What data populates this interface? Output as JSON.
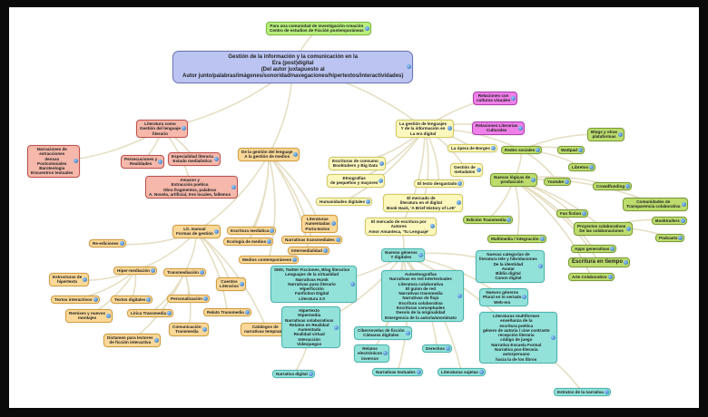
{
  "colors": {
    "root": [
      "#bcc5f2",
      "#6a74b8"
    ],
    "top": [
      "#b8ee7c",
      "#7cb83a"
    ],
    "red": [
      "#f5b8aa",
      "#c0504d"
    ],
    "orange": [
      "#fbd898",
      "#d39d3c"
    ],
    "yellow": [
      "#fcf7bc",
      "#d4cc5c"
    ],
    "pink": [
      "#ee80e8",
      "#b040b0"
    ],
    "green": [
      "#bcdc6e",
      "#7a9c30"
    ],
    "teal": [
      "#92e2da",
      "#48b6ae"
    ],
    "edge": "#e6dfc4"
  },
  "node_icon": "globe-icon",
  "nodes": [
    {
      "id": "root",
      "style": "root",
      "text": "Gestión de la información y la comunicación en la\nEra (post)digital\n(Del autor juxtapuesto al\nAutor junto/palabras/imágenes/sonoridad/navegaciones/hipertextos/interactividades)"
    },
    {
      "id": "top",
      "style": "top",
      "parent": "root",
      "text": "Para una comunidad de investigación-creación\nCentro de estudios de Ficción postemporáneas"
    },
    {
      "id": "r1",
      "style": "red",
      "parent": "root",
      "text": "Literatura como\nGestión del lenguaje\nliterario"
    },
    {
      "id": "r2",
      "style": "red",
      "parent": "r1",
      "text": "Narraciones de\nextracciones\ndensas\nPostcoloniales\nBaroteología\nEncuentros textuales"
    },
    {
      "id": "r3",
      "style": "red",
      "parent": "r1",
      "text": "Persecuciones y\nRealidades"
    },
    {
      "id": "r4",
      "style": "red",
      "parent": "r1",
      "text": "Especialidad literaria\nEstado medialístico"
    },
    {
      "id": "r5",
      "style": "red",
      "parent": "r1",
      "text": "Amazon y\nExtracción poética\nObra fragmentos, palabras\nA. Novela, artificial, tres locales, fallemos"
    },
    {
      "id": "o1",
      "style": "orange",
      "parent": "root",
      "text": "De la gestión del lenguaje\nA la gestión de medios"
    },
    {
      "id": "o2",
      "style": "orange",
      "parent": "o1",
      "text": "Lit. manual\nFormas de gestión"
    },
    {
      "id": "o3",
      "style": "orange",
      "parent": "o2",
      "text": "Re-ediciones"
    },
    {
      "id": "o4",
      "style": "orange",
      "parent": "o2",
      "text": "Hiper-mediación"
    },
    {
      "id": "o5",
      "style": "orange",
      "parent": "o2",
      "text": "Transmediación"
    },
    {
      "id": "o6",
      "style": "orange",
      "parent": "o4",
      "text": "Estructuras de\nhipertexto"
    },
    {
      "id": "o7",
      "style": "orange",
      "parent": "o4",
      "text": "Textos interactivos"
    },
    {
      "id": "o8",
      "style": "orange",
      "parent": "o4",
      "text": "Textos digitales"
    },
    {
      "id": "o9",
      "style": "orange",
      "parent": "o5",
      "text": "Personalización"
    },
    {
      "id": "o10",
      "style": "orange",
      "parent": "o2",
      "text": "Cuentos\nLiterarios"
    },
    {
      "id": "o11",
      "style": "orange",
      "parent": "o4",
      "text": "Remixes y nuevos\nmontajes"
    },
    {
      "id": "o12",
      "style": "orange",
      "parent": "o5",
      "text": "Lírica Transmedia"
    },
    {
      "id": "o13",
      "style": "orange",
      "parent": "o5",
      "text": "Comunicación\nTransmedia"
    },
    {
      "id": "o14",
      "style": "orange",
      "parent": "o2",
      "text": "Relato Transmedia"
    },
    {
      "id": "o15",
      "style": "orange",
      "parent": "o2",
      "text": "Catálogos de\nnarrativas tempranas"
    },
    {
      "id": "o16",
      "style": "orange",
      "parent": "o5",
      "text": "Dictamen para lectores\nde ficción interactiva"
    },
    {
      "id": "o17",
      "style": "orange",
      "parent": "o1",
      "text": "Escritura mediática"
    },
    {
      "id": "o18",
      "style": "orange",
      "parent": "o1",
      "text": "Ecología de medios"
    },
    {
      "id": "o19",
      "style": "orange",
      "parent": "o1",
      "text": "Medios contemporáneos"
    },
    {
      "id": "o20",
      "style": "orange",
      "parent": "o1",
      "text": "Narrativas transmediales"
    },
    {
      "id": "o21",
      "style": "orange",
      "parent": "o1",
      "text": "Intermedialidad"
    },
    {
      "id": "o22",
      "style": "orange",
      "parent": "o1",
      "text": "Literaturas\nAumentadas\nPorta-textos"
    },
    {
      "id": "y1",
      "style": "yellow",
      "parent": "root",
      "text": "La gestión de lenguajes\nY de la información en\nLa era digital"
    },
    {
      "id": "y2",
      "style": "yellow",
      "parent": "y1",
      "text": "Escrituras de consumo\nBooktubers y Big Data"
    },
    {
      "id": "y3",
      "style": "yellow",
      "parent": "y1",
      "text": "Etnografías\nde pequeños y mayores"
    },
    {
      "id": "y4",
      "style": "yellow",
      "parent": "y1",
      "text": "Humanidades digitales"
    },
    {
      "id": "y5",
      "style": "yellow",
      "parent": "y1",
      "text": "La ópera de Borges"
    },
    {
      "id": "y6",
      "style": "yellow",
      "parent": "y1",
      "text": "Gestión de\nmetadatos"
    },
    {
      "id": "y7",
      "style": "yellow",
      "parent": "y1",
      "text": "El texto desgastado"
    },
    {
      "id": "y8",
      "style": "yellow",
      "parent": "y1",
      "text": "El mercado de\nliteratura en el digital\nBook Hack, 'A Brief History of Lett'"
    },
    {
      "id": "y9",
      "style": "yellow",
      "parent": "y1",
      "text": "El mercado de escritura por\nAutores\nAmor Amanteca, 'Tu Lenguaje'"
    },
    {
      "id": "p1",
      "style": "pink",
      "parent": "y1",
      "text": "Relaciones con\nculturas visuales"
    },
    {
      "id": "p2",
      "style": "pink",
      "parent": "y1",
      "text": "Relaciones Literarias\nCulturales"
    },
    {
      "id": "g1",
      "style": "green",
      "parent": "y1",
      "text": "Redes sociales"
    },
    {
      "id": "g2",
      "style": "green",
      "parent": "g1",
      "text": "Nuevas lógicas de\nproducción"
    },
    {
      "id": "g3",
      "style": "green",
      "parent": "g1",
      "text": "Blogs y otras\nplataformas"
    },
    {
      "id": "g4",
      "style": "green",
      "parent": "g1",
      "text": "Wattpad"
    },
    {
      "id": "g5",
      "style": "green",
      "parent": "g1",
      "text": "Libretos"
    },
    {
      "id": "g6",
      "style": "green",
      "parent": "g1",
      "text": "Youtube"
    },
    {
      "id": "g7",
      "style": "green",
      "parent": "g2",
      "text": "Crowdfunding"
    },
    {
      "id": "g8",
      "style": "green",
      "parent": "g2",
      "text": "Comunidades de\nTransparencia colaborativa"
    },
    {
      "id": "g9",
      "style": "green",
      "parent": "g2",
      "text": "Fan fiction"
    },
    {
      "id": "g10",
      "style": "green",
      "parent": "g2",
      "text": "Proyectos colaborativos\nDe las colaboraciones"
    },
    {
      "id": "g11",
      "style": "green",
      "parent": "g10",
      "text": "Booktrailers"
    },
    {
      "id": "g12",
      "style": "green",
      "parent": "g10",
      "text": "Podcasts"
    },
    {
      "id": "g13",
      "style": "green",
      "parent": "g2",
      "text": "Edición Transmedia"
    },
    {
      "id": "g14",
      "style": "green",
      "parent": "g2",
      "text": "Multimedia / integración"
    },
    {
      "id": "g15",
      "style": "green",
      "parent": "g2",
      "text": "Apps generativas"
    },
    {
      "id": "g16",
      "style": "green",
      "parent": "g2",
      "text": "Escritura en tiempo"
    },
    {
      "id": "g17",
      "style": "green",
      "parent": "g2",
      "text": "Arte Colaborativo"
    },
    {
      "id": "t1",
      "style": "teal",
      "parent": "y9",
      "text": "Nuevos géneros\nY digitales"
    },
    {
      "id": "t2",
      "style": "teal",
      "parent": "t1",
      "text": "SMS, Twitter Ficciones, Blog literarios\nLenguajes de la virtualidad\nNarrativas Hcmk\nNarrativas paso literario\nHiperficción\nFanfiction Digital\nLiteratura 2.0"
    },
    {
      "id": "t3",
      "style": "teal",
      "parent": "t1",
      "text": "Nuevas categorías de\nliteratura tele y hibridaciones\nDe la identidad\nAvatar\nBiblio digital\nCanon digital"
    },
    {
      "id": "t4",
      "style": "teal",
      "parent": "t1",
      "text": "Autoetnografías\nNarrativas en red intertextuales\nLiteratura colaborativa\nEl guion de red\nNarrativas transmedia\nNarrativas de flujo\nEscritura colaborativa\nEscrituras conceptuales\nDesvío de la originalidad\nEmergencia de la autoría/anonimato"
    },
    {
      "id": "t5",
      "style": "teal",
      "parent": "t1",
      "text": "Nuevos géneros\nPlural en lo seriado\nWeb-era"
    },
    {
      "id": "t6",
      "style": "teal",
      "parent": "t1",
      "text": "Hipertexto\nHipermedia\nNarrativas colaborativas\nRelatos en Realidad\nAumentada\nRealidad virtual\nInteracción\nVideojuegos"
    },
    {
      "id": "t7",
      "style": "teal",
      "parent": "t1",
      "text": "Cibernovelas de ficción\nCámaras digitales"
    },
    {
      "id": "t8",
      "style": "teal",
      "parent": "t1",
      "text": "Relatos\nelectrónicos\ninversos"
    },
    {
      "id": "t9",
      "style": "teal",
      "parent": "t1",
      "text": "Narrativas textuales"
    },
    {
      "id": "t10",
      "style": "teal",
      "parent": "t1",
      "text": "Derechos"
    },
    {
      "id": "t11",
      "style": "teal",
      "parent": "t1",
      "text": "Literaturas sujetas"
    },
    {
      "id": "t12",
      "style": "teal",
      "parent": "t6",
      "text": "Narrativa digital"
    },
    {
      "id": "t13",
      "style": "teal",
      "parent": "t1",
      "text": "Literaturas multiformes\nenseñanza de la\nescritura poética\ngénero de autoría / cine contraste\nrecepción literaria\ncódigo de juego\nNarrativa Escuela Formal\nNarrativa pos-literaria\nautorperuano\nhacia la de los libros"
    },
    {
      "id": "t14",
      "style": "teal",
      "parent": "t13",
      "text": "Estratos de la narrativa"
    }
  ]
}
